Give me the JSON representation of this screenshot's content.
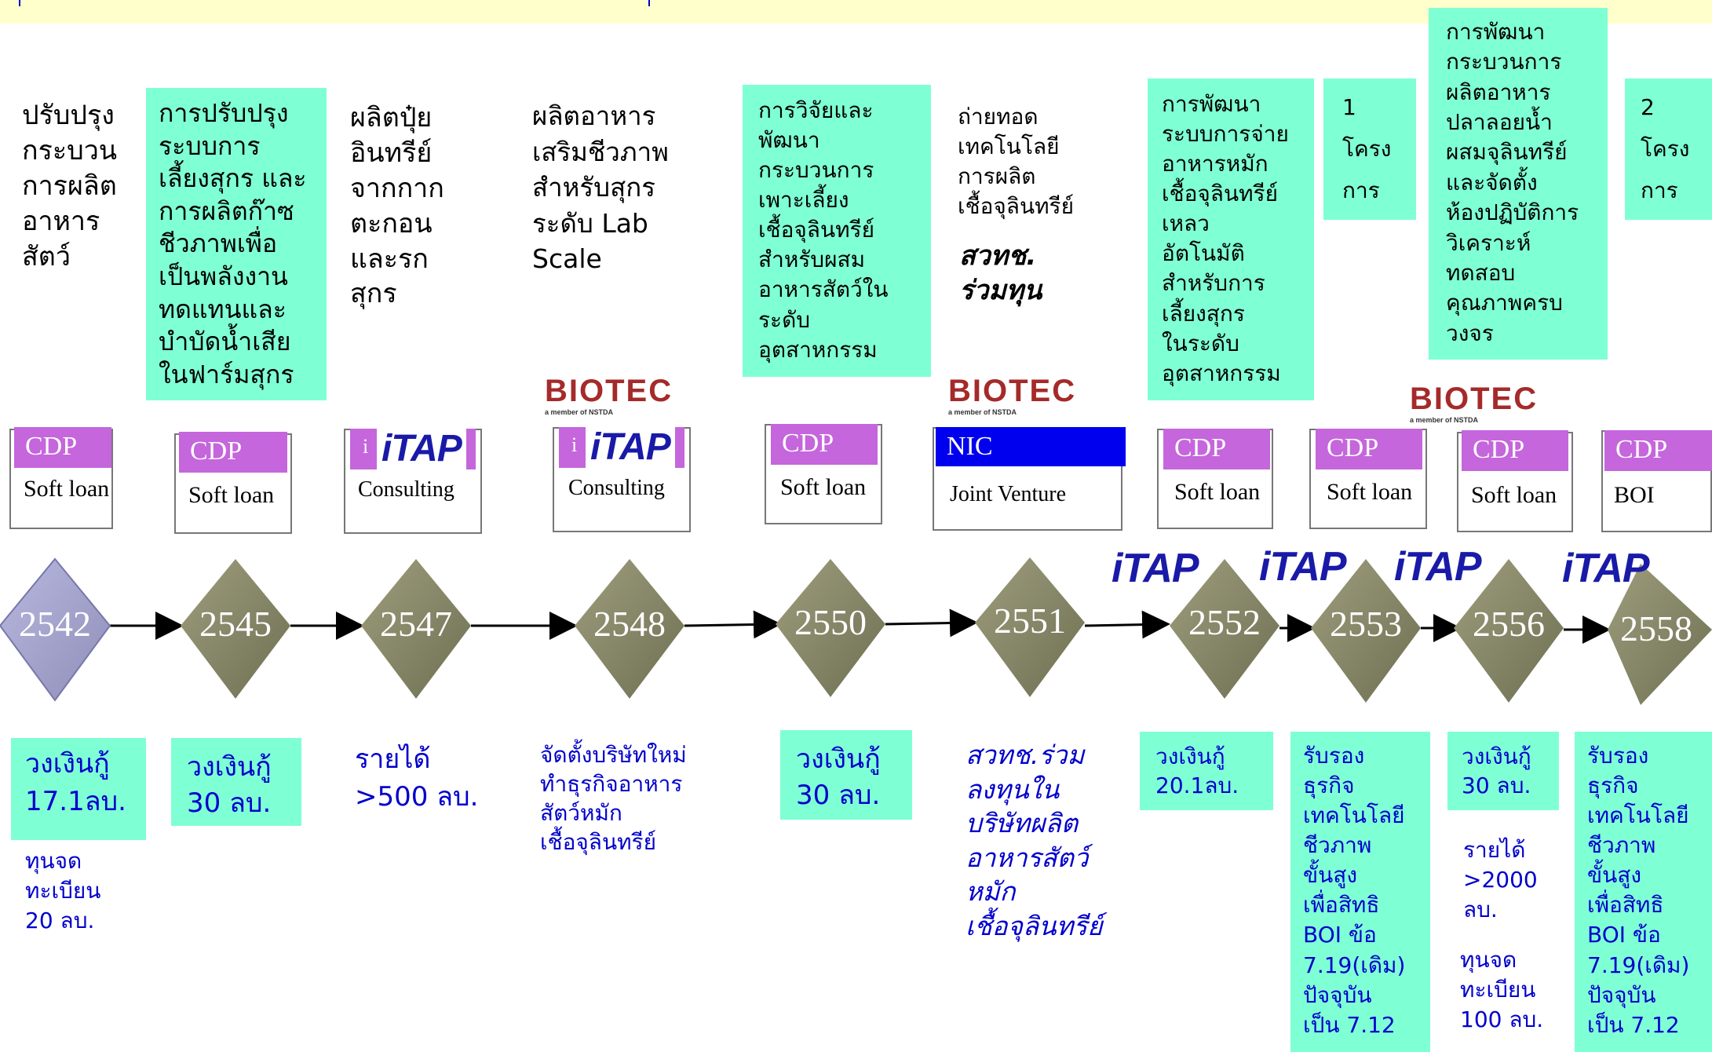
{
  "milestones": [
    {
      "year": "2542",
      "desc": "ปรับปรุง\nกระบวน\nการผลิต\nอาหาร\nสัตว์",
      "agency": "CDP",
      "service": "Soft loan",
      "outcome": "วงเงินกู้\n17.1ลบ.",
      "note": "ทุนจด\nทะเบียน\n20 ลบ."
    },
    {
      "year": "2545",
      "desc": "การปรับปรุง\nระบบการ\nเลี้ยงสุกร และ\nการผลิตก๊าซ\nชีวภาพเพื่อ\nเป็นพลังงาน\nทดแทนและ\nบำบัดน้ำเสีย\nในฟาร์มสุกร",
      "agency": "CDP",
      "service": "Soft loan",
      "outcome": "วงเงินกู้\n30 ลบ."
    },
    {
      "year": "2547",
      "desc": "ผลิตปุ๋ย\nอินทรีย์\nจากกาก\nตะกอน\nและรก\nสุกร",
      "agency": "iTAP",
      "service": "Consulting",
      "outcome": "รายได้\n>500 ลบ."
    },
    {
      "year": "2548",
      "desc": "ผลิตอาหาร\nเสริมชีวภาพ\nสำหรับสุกร\nระดับ Lab\nScale",
      "agency": "iTAP",
      "service": "Consulting",
      "outcome": "จัดตั้งบริษัทใหม่\nทำธุรกิจอาหาร\nสัตว์หมัก\nเชื้อจุลินทรีย์"
    },
    {
      "year": "2550",
      "desc": "การวิจัยและ\nพัฒนา\nกระบวนการ\nเพาะเลี้ยง\nเชื้อจุลินทรีย์\nสำหรับผสม\nอาหารสัตว์ใน\nระดับ\nอุตสาหกรรม",
      "agency": "CDP",
      "service": "Soft loan",
      "outcome": "วงเงินกู้\n30 ลบ."
    },
    {
      "year": "2551",
      "desc": "ถ่ายทอด\nเทคโนโลยี\nการผลิต\nเชื้อจุลินทรีย์",
      "desc_emph": "สวทช.\nร่วมทุน",
      "agency": "NIC",
      "service": "Joint Venture",
      "outcome": "สวทช.ร่วม\nลงทุนใน\nบริษัทผลิต\nอาหารสัตว์\nหมัก\nเชื้อจุลินทรีย์"
    },
    {
      "year": "2552",
      "desc": "การพัฒนา\nระบบการจ่าย\nอาหารหมัก\nเชื้อจุลินทรีย์\nเหลว\nอัตโนมัติ\nสำหรับการ\nเลี้ยงสุกร\nในระดับ\nอุตสาหกรรม",
      "agency": "CDP",
      "service": "Soft loan",
      "outcome": "วงเงินกู้\n20.1ลบ."
    },
    {
      "year": "2553",
      "desc": "1\nโครง\nการ",
      "agency": "CDP",
      "service": "Soft loan",
      "outcome": "รับรอง\nธุรกิจ\nเทคโนโลยี\nชีวภาพ\nขั้นสูง\nเพื่อสิทธิ\nBOI ข้อ\n7.19(เดิม)\nปัจจุบัน\nเป็น 7.12"
    },
    {
      "year": "2556",
      "desc": "การพัฒนา\nกระบวนการ\nผลิตอาหาร\nปลาลอยน้ำ\nผสมจุลินทรีย์\nและจัดตั้ง\nห้องปฏิบัติการ\nวิเคราะห์\nทดสอบ\nคุณภาพครบ\nวงจร",
      "agency": "CDP",
      "service": "Soft loan",
      "outcome": "วงเงินกู้\n30 ลบ.",
      "note": "รายได้\n>2000\nลบ.",
      "note2": "ทุนจด\nทะเบียน\n100 ลบ."
    },
    {
      "year": "2558",
      "desc": "2\nโครง\nการ",
      "agency": "CDP",
      "service": "BOI",
      "outcome": "รับรอง\nธุรกิจ\nเทคโนโลยี\nชีวภาพ\nขั้นสูง\nเพื่อสิทธิ\nBOI ข้อ\n7.19(เดิม)\nปัจจุบัน\nเป็น 7.12"
    }
  ],
  "logos": {
    "biotec": "BIOTEC",
    "biotec_sub": "a member of NSTDA",
    "itap": "iTAP",
    "itap_small": "i"
  },
  "colors": {
    "teal": "#7fffd4",
    "diamond": "#8b8b68",
    "diamond_first": "#a8a8d0",
    "badge": "#c566dc",
    "nic": "#0000ee",
    "text_blue": "#0000cc"
  }
}
